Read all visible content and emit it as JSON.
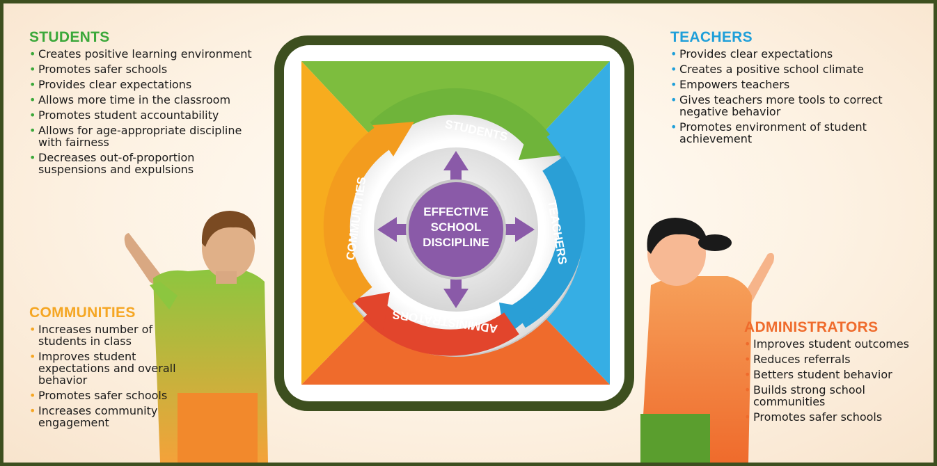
{
  "students": {
    "heading": "STUDENTS",
    "items": [
      "Creates positive learning environment",
      "Promotes safer schools",
      "Provides clear expectations",
      "Allows more time in the classroom",
      "Promotes student accountability",
      "Allows for age-appropriate discipline with fairness",
      "Decreases out-of-proportion suspensions and expulsions"
    ]
  },
  "teachers": {
    "heading": "TEACHERS",
    "items": [
      "Provides clear expectations",
      "Creates a positive school climate",
      "Empowers teachers",
      "Gives teachers more tools to correct negative behavior",
      "Promotes environment of student achievement"
    ]
  },
  "communities": {
    "heading": "COMMUNITIES",
    "items": [
      "Increases number of students in class",
      "Improves student expectations and overall behavior",
      "Promotes safer schools",
      "Increases community engagement"
    ]
  },
  "administrators": {
    "heading": "ADMINISTRATORS",
    "items": [
      "Improves student outcomes",
      "Reduces referrals",
      "Betters student behavior",
      "Builds strong school communities",
      "Promotes safer schools"
    ]
  },
  "diagram": {
    "center_line1": "EFFECTIVE",
    "center_line2": "SCHOOL",
    "center_line3": "DISCIPLINE",
    "arrow_students": "STUDENTS",
    "arrow_teachers": "TEACHERS",
    "arrow_administrators": "ADMINISTRATORS",
    "arrow_communities": "COMMUNITIES"
  },
  "colors": {
    "green": "#7dbd3e",
    "blue": "#36aee4",
    "orange": "#ef6b2c",
    "yellow": "#f7ac1e",
    "purple": "#8a5aa8",
    "frame": "#3d4f1f"
  }
}
